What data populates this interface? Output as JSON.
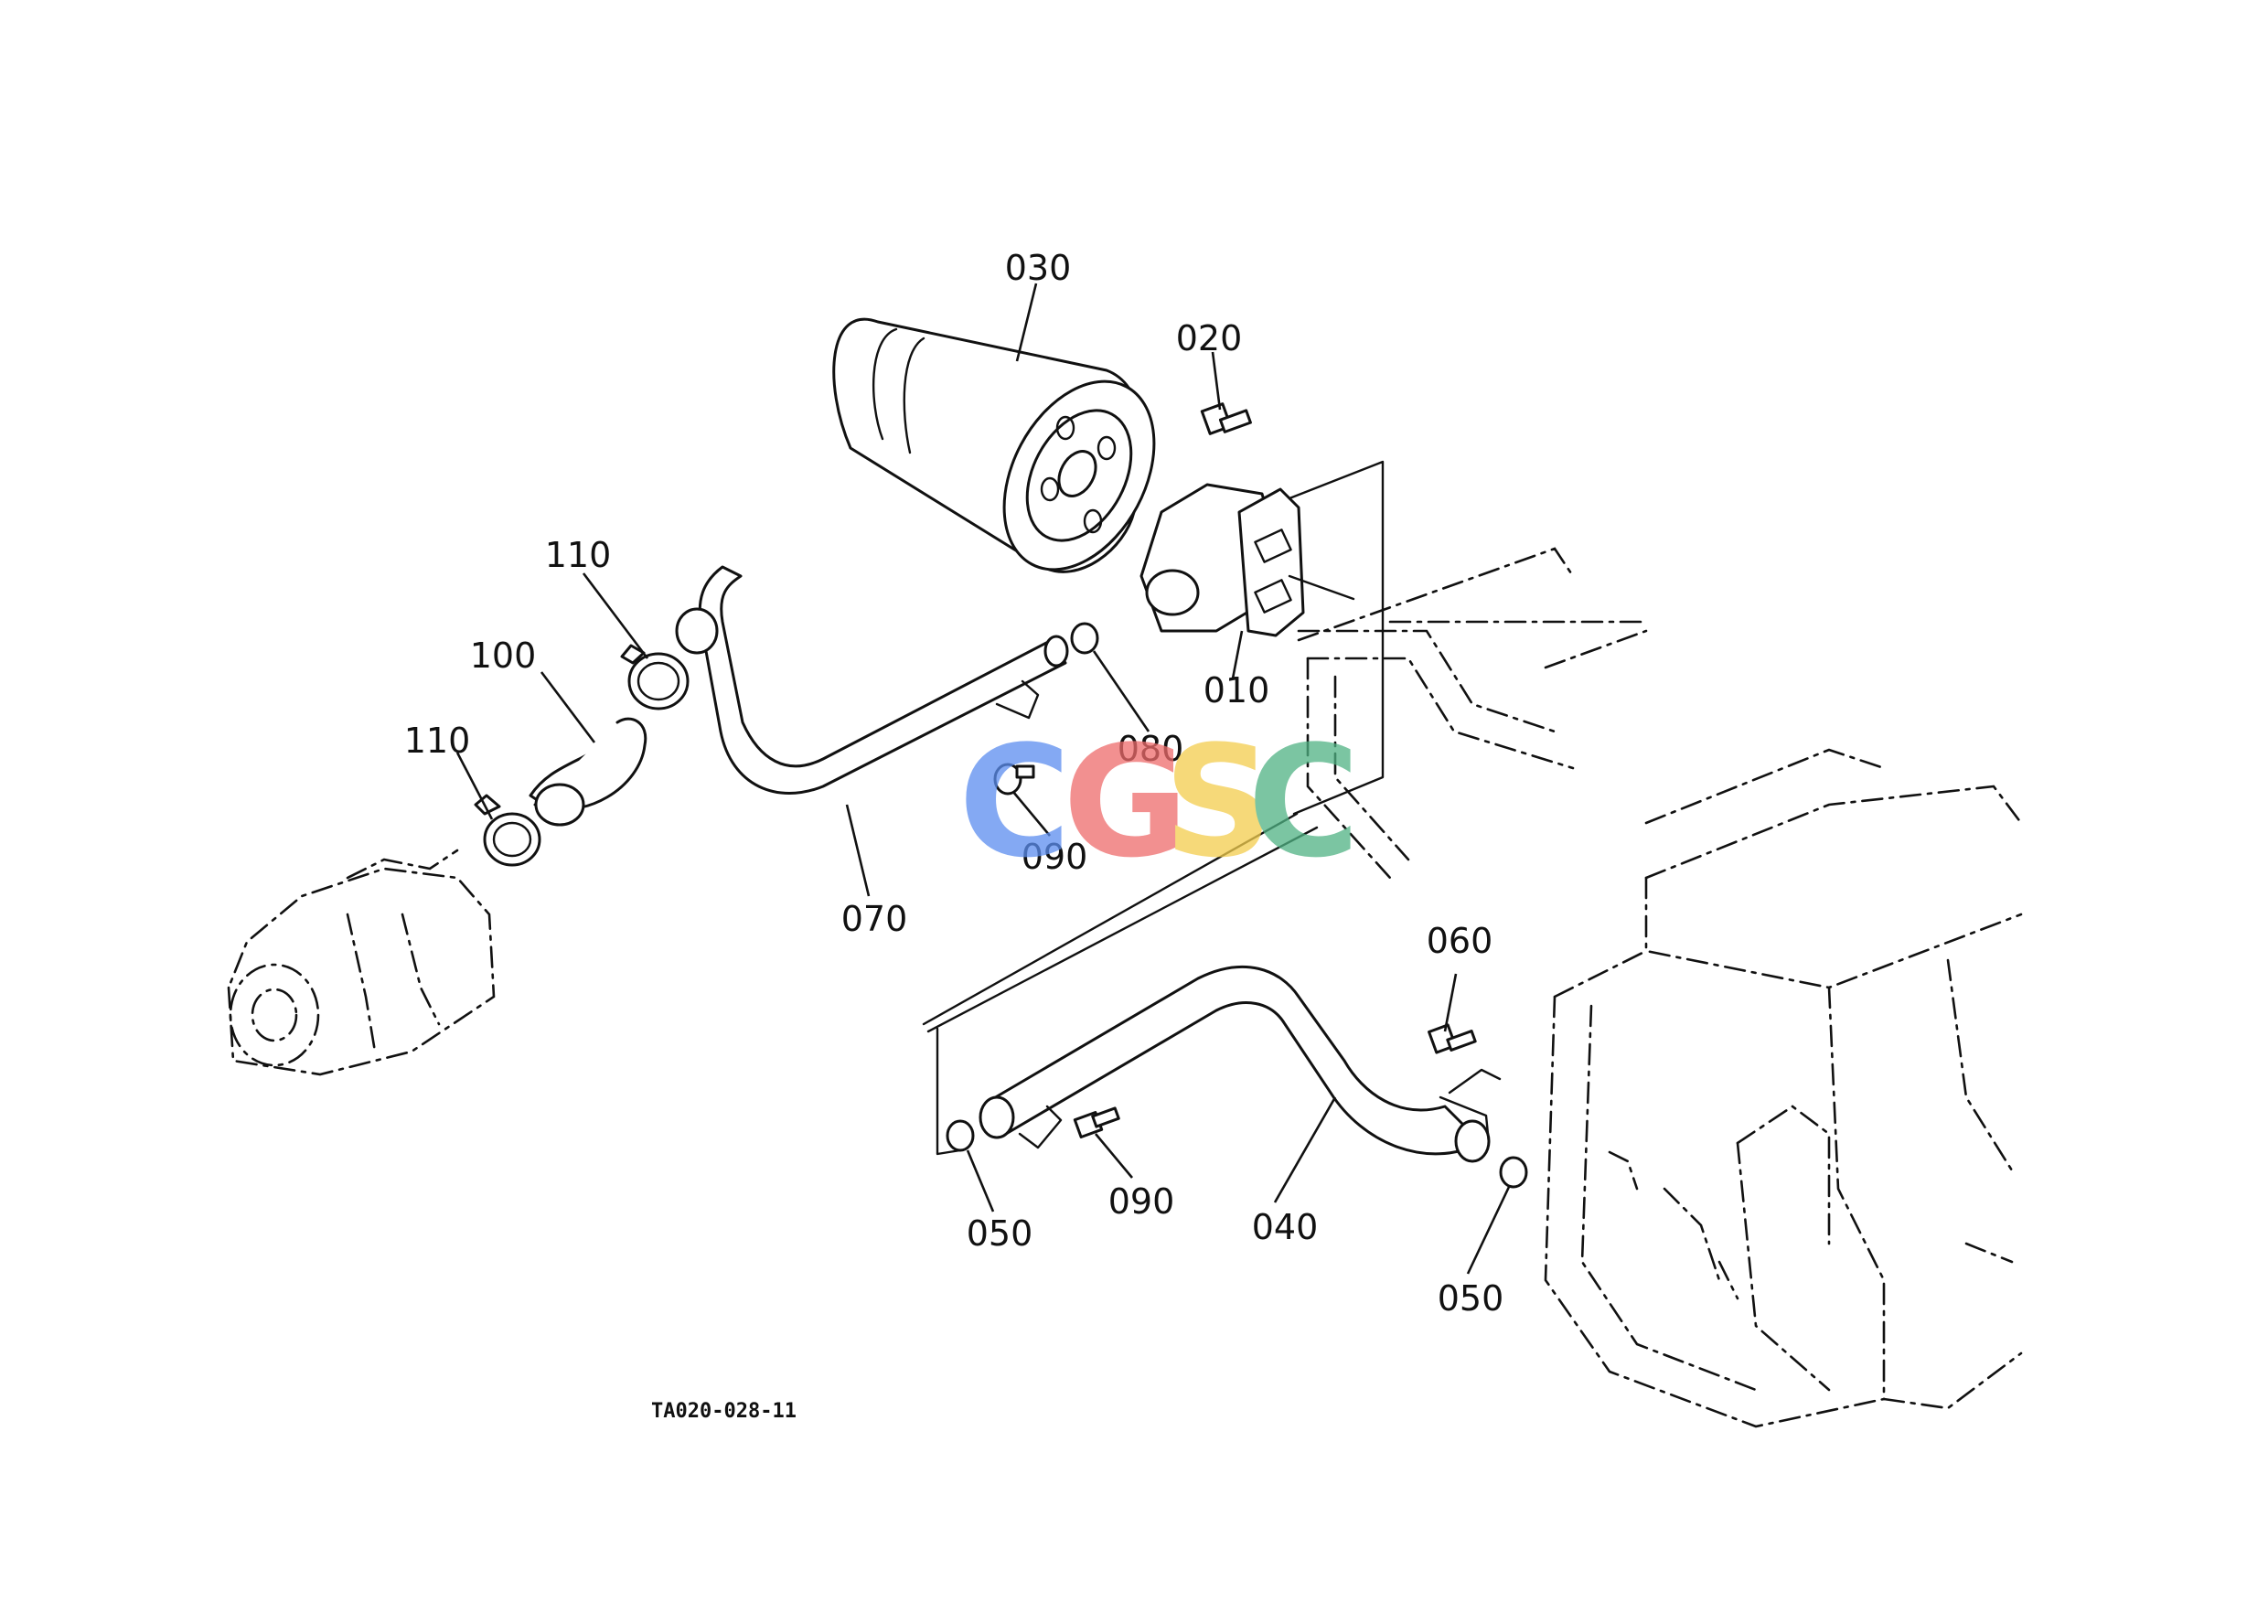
{
  "diagram": {
    "reference_code": "TA020-028-11",
    "callouts": [
      {
        "id": "c030",
        "label": "030"
      },
      {
        "id": "c020",
        "label": "020"
      },
      {
        "id": "c110a",
        "label": "110"
      },
      {
        "id": "c100",
        "label": "100"
      },
      {
        "id": "c110b",
        "label": "110"
      },
      {
        "id": "c010",
        "label": "010"
      },
      {
        "id": "c080",
        "label": "080"
      },
      {
        "id": "c090a",
        "label": "090"
      },
      {
        "id": "c070",
        "label": "070"
      },
      {
        "id": "c060",
        "label": "060"
      },
      {
        "id": "c050a",
        "label": "050"
      },
      {
        "id": "c090b",
        "label": "090"
      },
      {
        "id": "c040",
        "label": "040"
      },
      {
        "id": "c050b",
        "label": "050"
      }
    ]
  },
  "watermark": {
    "letters": [
      {
        "char": "C",
        "color": "#5b8def"
      },
      {
        "char": "G",
        "color": "#ee6b6b"
      },
      {
        "char": "S",
        "color": "#f3cd4d"
      },
      {
        "char": "C",
        "color": "#4fb283"
      }
    ]
  }
}
